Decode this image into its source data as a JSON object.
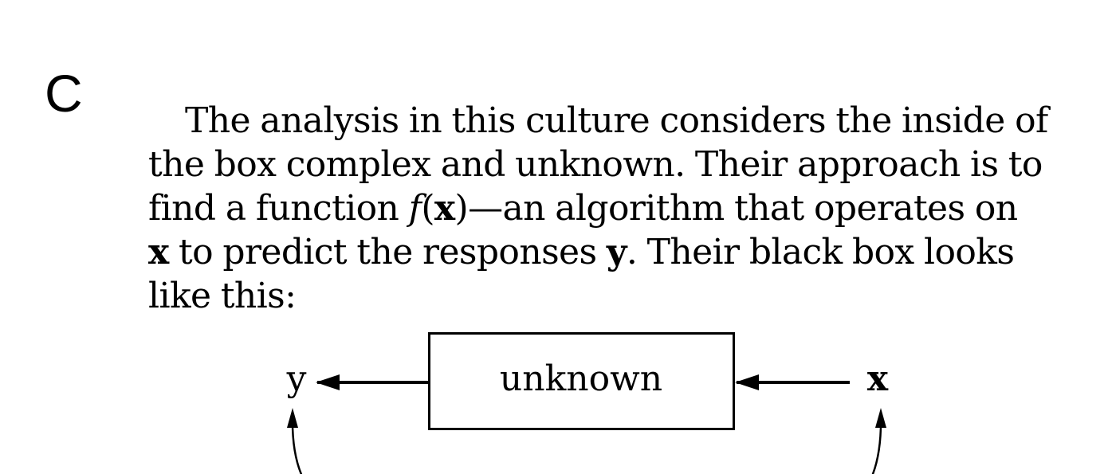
{
  "section": {
    "label": "C"
  },
  "paragraph": {
    "line1": "The analysis in this culture considers the inside of",
    "line2": "the box complex and unknown. Their approach is to",
    "line3_a": "find a function ",
    "line3_f": "f",
    "line3_open": "(",
    "line3_x": "x",
    "line3_b": ")—an algorithm that operates on",
    "line4_x": "x",
    "line4_a": " to predict the responses ",
    "line4_y": "y",
    "line4_b": ". Their black box looks",
    "line5": "like this:"
  },
  "diagram": {
    "box_label": "unknown",
    "output_label": "y",
    "input_label": "x"
  }
}
